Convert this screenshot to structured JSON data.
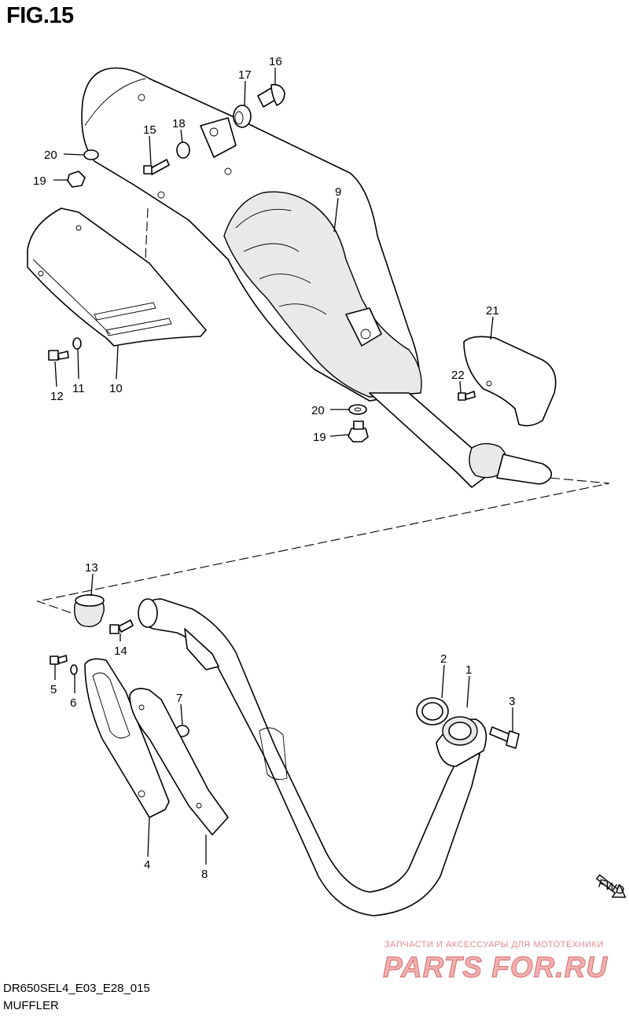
{
  "figure": {
    "title": "FIG.15",
    "code": "DR650SEL4_E03_E28_015",
    "name": "MUFFLER"
  },
  "watermark": {
    "tagline": "ЗАПЧАСТИ И АКСЕССУАРЫ ДЛЯ МОТОТЕХНИКИ",
    "logo": "PARTS FOR.RU"
  },
  "fwd_label": "FWD",
  "callouts": [
    {
      "id": "c1",
      "text": "1"
    },
    {
      "id": "c2",
      "text": "2"
    },
    {
      "id": "c3",
      "text": "3"
    },
    {
      "id": "c4",
      "text": "4"
    },
    {
      "id": "c5",
      "text": "5"
    },
    {
      "id": "c6",
      "text": "6"
    },
    {
      "id": "c7",
      "text": "7"
    },
    {
      "id": "c8",
      "text": "8"
    },
    {
      "id": "c9",
      "text": "9"
    },
    {
      "id": "c10",
      "text": "10"
    },
    {
      "id": "c11",
      "text": "11"
    },
    {
      "id": "c12",
      "text": "12"
    },
    {
      "id": "c13",
      "text": "13"
    },
    {
      "id": "c14",
      "text": "14"
    },
    {
      "id": "c15",
      "text": "15"
    },
    {
      "id": "c16",
      "text": "16"
    },
    {
      "id": "c17",
      "text": "17"
    },
    {
      "id": "c18",
      "text": "18"
    },
    {
      "id": "c19a",
      "text": "19"
    },
    {
      "id": "c19b",
      "text": "19"
    },
    {
      "id": "c20a",
      "text": "20"
    },
    {
      "id": "c20b",
      "text": "20"
    },
    {
      "id": "c21",
      "text": "21"
    },
    {
      "id": "c22",
      "text": "22"
    }
  ]
}
